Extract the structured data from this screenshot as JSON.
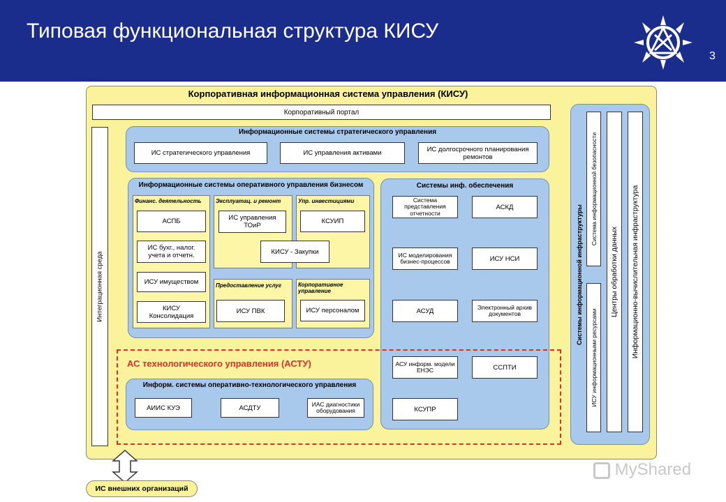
{
  "header": {
    "title": "Типовая функциональная структура КИСУ",
    "page_number": "3",
    "background_color": "#1a2c8c"
  },
  "main": {
    "title": "Корпоративная информационная система управления (КИСУ)",
    "portal": "Корпоративный портал",
    "integration": "Интеграционная среда"
  },
  "strategic": {
    "title": "Информационные системы стратегического управления",
    "items": [
      "ИС стратегического управления",
      "ИС управления активами",
      "ИС долгосрочного планирования ремонтов"
    ]
  },
  "operational": {
    "title": "Информационные системы оперативного управления бизнесом",
    "finance": {
      "title": "Финанс. деятельность",
      "items": [
        "АСПБ",
        "ИС бухг., налог. учета и отчетн.",
        "ИСУ имуществом",
        "КИСУ Консолидация"
      ]
    },
    "exploitation": {
      "title": "Эксплуатац. и ремонт",
      "item": "ИС управления ТОиР"
    },
    "investments": {
      "title": "Упр. инвестициями",
      "item": "КСУИП"
    },
    "purchases": "КИСУ - Закупки",
    "services": {
      "title": "Предоставление услуг",
      "item": "ИСУ ПВК"
    },
    "corporate": {
      "title": "Корпоративное управление",
      "item": "ИСУ персоналом"
    }
  },
  "support": {
    "title": "Системы инф. обеспечения",
    "items": [
      "Система представления отчетности",
      "АСКД",
      "ИС моделирования бизнес-процессов",
      "ИСУ НСИ",
      "АСУД",
      "Электронный архив документов",
      "АСУ информ. модели ЕНЭС",
      "ССПТИ",
      "КСУПР"
    ]
  },
  "astu": {
    "title": "АС технологического управления (АСТУ)",
    "color": "#d9312a",
    "sub_title": "Информ. системы оперативно-технологического управления",
    "items": [
      "АИИС КУЭ",
      "АСДТУ",
      "ИАС диагностики оборудования"
    ]
  },
  "infra": {
    "title": "Системы информационной инфраструктуры",
    "items": [
      "Система информационной безопасности",
      "ИСУ информационными ресурсами",
      "Центры обработки данных",
      "Информационно-вычислительная инфраструктура"
    ]
  },
  "external": "ИС внешних организаций",
  "watermark": "MyShared",
  "colors": {
    "yellow": "#fbf39c",
    "blue": "#a9c9ec",
    "red": "#d9312a"
  }
}
